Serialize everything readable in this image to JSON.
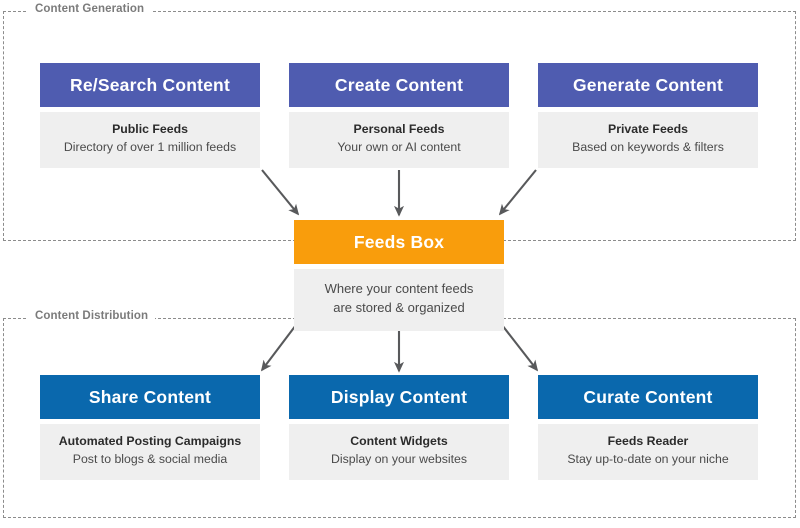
{
  "diagram": {
    "sections": [
      {
        "id": "generation",
        "label": "Content Generation"
      },
      {
        "id": "distribution",
        "label": "Content Distribution"
      }
    ],
    "nodes": {
      "research": {
        "title": "Re/Search Content",
        "subtitle": "Public Feeds",
        "description": "Directory of over 1 million feeds",
        "color": "#4f5cb0"
      },
      "create": {
        "title": "Create Content",
        "subtitle": "Personal Feeds",
        "description": "Your own or AI content",
        "color": "#4f5cb0"
      },
      "generate": {
        "title": "Generate Content",
        "subtitle": "Private Feeds",
        "description": "Based on keywords & filters",
        "color": "#4f5cb0"
      },
      "feedsbox": {
        "title": "Feeds Box",
        "description_line1": "Where your content feeds",
        "description_line2": "are stored & organized",
        "color": "#f99d0c"
      },
      "share": {
        "title": "Share Content",
        "subtitle": "Automated Posting Campaigns",
        "description": "Post to blogs & social media",
        "color": "#0a68ad"
      },
      "display": {
        "title": "Display Content",
        "subtitle": "Content Widgets",
        "description": "Display on your websites",
        "color": "#0a68ad"
      },
      "curate": {
        "title": "Curate Content",
        "subtitle": "Feeds Reader",
        "description": "Stay up-to-date on your niche",
        "color": "#0a68ad"
      }
    },
    "arrows": [
      {
        "name": "arrow-research-to-feedsbox",
        "from": "research",
        "to": "feedsbox"
      },
      {
        "name": "arrow-create-to-feedsbox",
        "from": "create",
        "to": "feedsbox"
      },
      {
        "name": "arrow-generate-to-feedsbox",
        "from": "generate",
        "to": "feedsbox"
      },
      {
        "name": "arrow-feedsbox-to-share",
        "from": "feedsbox",
        "to": "share"
      },
      {
        "name": "arrow-feedsbox-to-display",
        "from": "feedsbox",
        "to": "display"
      },
      {
        "name": "arrow-feedsbox-to-curate",
        "from": "feedsbox",
        "to": "curate"
      }
    ],
    "palette": {
      "purple": "#4f5cb0",
      "blue": "#0a68ad",
      "orange": "#f99d0c",
      "panel_gray": "#efefef",
      "dashed_border": "#8c8c8c",
      "arrow": "#58595b"
    }
  }
}
